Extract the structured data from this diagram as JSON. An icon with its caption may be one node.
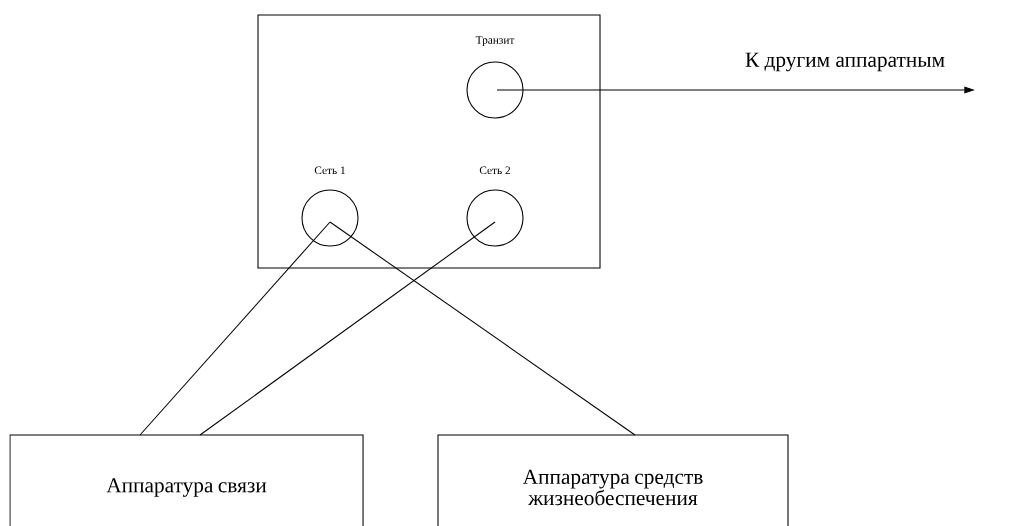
{
  "diagram": {
    "nodes": [
      {
        "text": [],
        "shape": "box"
      },
      {
        "text": [
          "Транзит"
        ],
        "in": 0
      },
      {
        "text": [
          "Сеть 1"
        ],
        "in": 0
      },
      {
        "text": [
          "Сеть 2"
        ],
        "in": 0
      },
      {
        "text": [
          "Аппаратура связи"
        ]
      },
      {
        "text": [
          "Аппаратура средств жизнеобеспечения"
        ]
      }
    ],
    "edges": [
      {
        "from": 1,
        "to": null,
        "arrow": "to",
        "label": "К другим аппаратным"
      },
      {
        "from": 2,
        "to": 4,
        "arrow": "none"
      },
      {
        "from": 3,
        "to": 4,
        "arrow": "none"
      },
      {
        "from": 2,
        "to": 5,
        "arrow": "none"
      }
    ]
  }
}
